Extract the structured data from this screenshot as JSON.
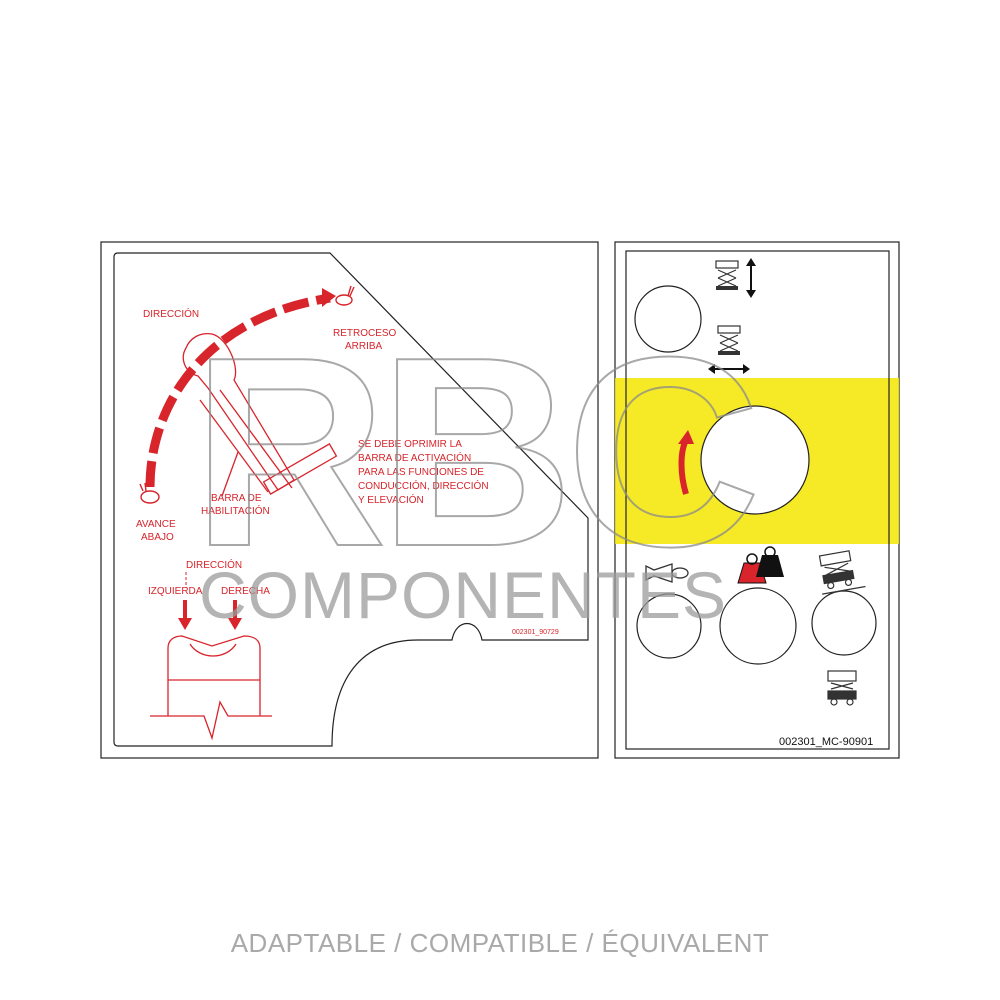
{
  "left_decal": {
    "steer_label": "DIRECCIÓN",
    "reverse_label": "RETROCESO",
    "up_label": "ARRIBA",
    "forward_label": "AVANCE",
    "down_label": "ABAJO",
    "enable_bar_line1": "BARRA DE",
    "enable_bar_line2": "HABILITACIÓN",
    "instruction_line1": "SE DEBE OPRIMIR LA",
    "instruction_line2": "BARRA DE ACTIVACIÓN",
    "instruction_line3": "PARA LAS FUNCIONES DE",
    "instruction_line4": "CONDUCCIÓN, DIRECCIÓN",
    "instruction_line5": "Y ELEVACIÓN",
    "steer_label_2": "DIRECCIÓN",
    "left_label": "IZQUIERDA",
    "right_label": "DERECHA",
    "part_code": "002301_90729"
  },
  "right_decal": {
    "part_code": "002301_MC-90901",
    "icons": [
      "lift-mode-icon",
      "drive-mode-icon",
      "horn-icon",
      "overload-weight-icon",
      "tilt-alarm-icon",
      "platform-icon"
    ]
  },
  "watermark": {
    "brand": "RBC",
    "subtitle": "COMPONENTES"
  },
  "footer": "ADAPTABLE / COMPATIBLE / ÉQUIVALENT",
  "colors": {
    "decal_red": "#d8242b",
    "highlight_yellow": "#f5e600",
    "watermark_gray": "#8b8b8b"
  }
}
